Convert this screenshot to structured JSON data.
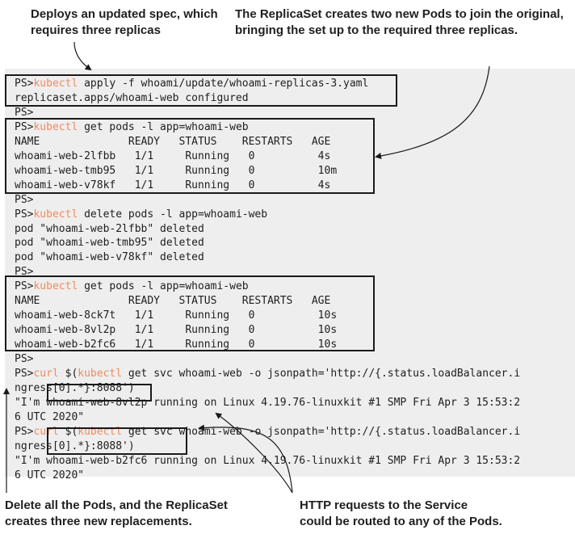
{
  "annotations": {
    "top_left": "Deploys an updated spec, which\nrequires three replicas",
    "top_right": "The ReplicaSet creates two new Pods to join the original,\nbringing the set up to the required three replicas.",
    "bottom_left": "Delete all the Pods, and the ReplicaSet\ncreates three new replacements.",
    "bottom_right": "HTTP requests to the Service\ncould be routed to any of the Pods."
  },
  "terminal": {
    "prompt": "PS>",
    "command_keyword": "kubectl",
    "lines": [
      {
        "prompt": "PS>",
        "kw": "kubectl",
        "rest": " apply -f whoami/update/whoami-replicas-3.yaml"
      },
      {
        "text": "replicaset.apps/whoami-web configured"
      },
      {
        "text": "PS>"
      },
      {
        "prompt": "PS>",
        "kw": "kubectl",
        "rest": " get pods -l app=whoami-web"
      },
      {
        "text": "NAME              READY   STATUS    RESTARTS   AGE"
      },
      {
        "text": "whoami-web-2lfbb   1/1     Running   0          4s"
      },
      {
        "text": "whoami-web-tmb95   1/1     Running   0          10m"
      },
      {
        "text": "whoami-web-v78kf   1/1     Running   0          4s"
      },
      {
        "text": "PS>"
      },
      {
        "prompt": "PS>",
        "kw": "kubectl",
        "rest": " delete pods -l app=whoami-web"
      },
      {
        "text": "pod \"whoami-web-2lfbb\" deleted"
      },
      {
        "text": "pod \"whoami-web-tmb95\" deleted"
      },
      {
        "text": "pod \"whoami-web-v78kf\" deleted"
      },
      {
        "text": "PS>"
      },
      {
        "prompt": "PS>",
        "kw": "kubectl",
        "rest": " get pods -l app=whoami-web"
      },
      {
        "text": "NAME              READY   STATUS    RESTARTS   AGE"
      },
      {
        "text": "whoami-web-8ck7t   1/1     Running   0          10s"
      },
      {
        "text": "whoami-web-8vl2p   1/1     Running   0          10s"
      },
      {
        "text": "whoami-web-b2fc6   1/1     Running   0          10s"
      },
      {
        "text": "PS>"
      },
      {
        "prompt": "PS>",
        "kw": "curl",
        "rest": " $(",
        "kw2": "kubectl",
        "rest2": " get svc whoami-web -o jsonpath='http://{.status.loadBalancer.i"
      },
      {
        "text": "ngress[0].*}:8088')"
      },
      {
        "text": "\"I'm whoami-web-8vl2p running on Linux 4.19.76-linuxkit #1 SMP Fri Apr 3 15:53:2"
      },
      {
        "text": "6 UTC 2020\""
      },
      {
        "prompt": "PS>",
        "kw": "curl",
        "rest": " $(",
        "kw2": "kubectl",
        "rest2": " get svc whoami-web -o jsonpath='http://{.status.loadBalancer.i"
      },
      {
        "text": "ngress[0].*}:8088')"
      },
      {
        "text": "\"I'm whoami-web-b2fc6 running on Linux 4.19.76-linuxkit #1 SMP Fri Apr 3 15:53:2"
      },
      {
        "text": "6 UTC 2020\""
      }
    ]
  }
}
